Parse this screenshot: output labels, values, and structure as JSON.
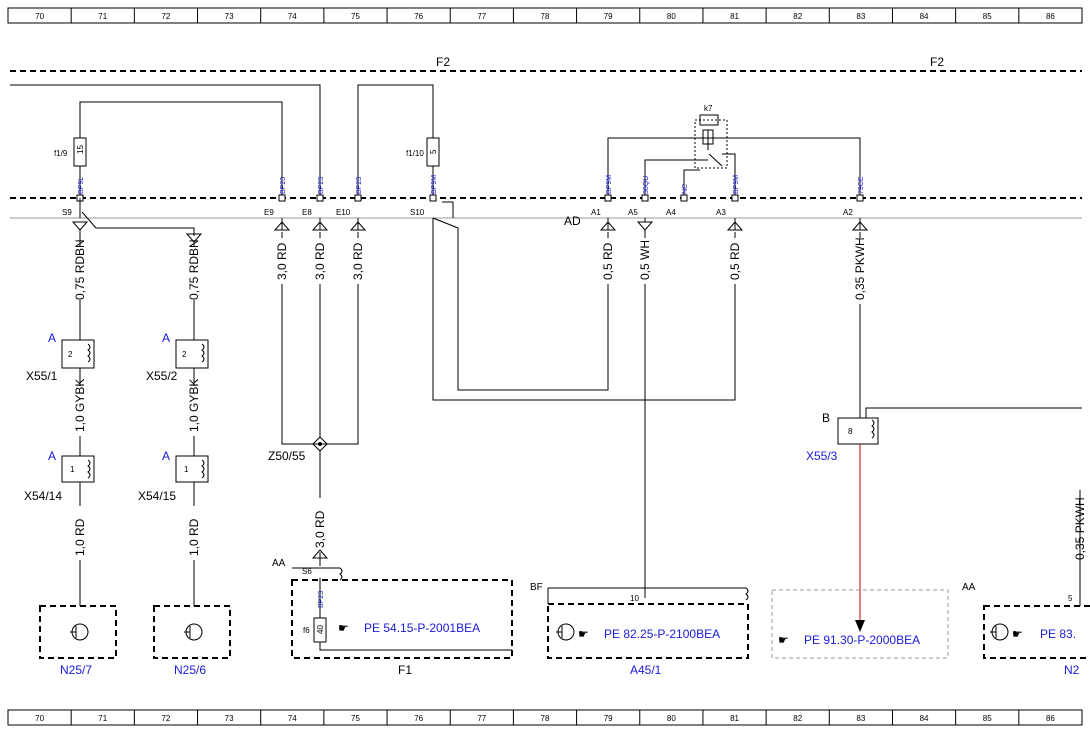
{
  "ruler": [
    "70",
    "71",
    "72",
    "73",
    "74",
    "75",
    "76",
    "77",
    "78",
    "79",
    "80",
    "81",
    "82",
    "83",
    "84",
    "85",
    "86"
  ],
  "bus": {
    "left": "F2",
    "right": "F2"
  },
  "fuses": {
    "f1_9": "f1/9",
    "f1_9_num": "15",
    "f1_10": "f1/10",
    "f1_10_num": "5"
  },
  "relay": {
    "name": "k7"
  },
  "wire_codes": {
    "bp9l": "BP9L",
    "bp23": "BP23",
    "bp9m": "BP9M",
    "s30qu": "30QU",
    "nc": "NC",
    "s79ce": "79CE"
  },
  "connectors": {
    "S9": "S9",
    "E9": "E9",
    "E8": "E8",
    "E10": "E10",
    "S10": "S10",
    "AD": "AD",
    "A1": "A1",
    "A5": "A5",
    "A4": "A4",
    "A3": "A3",
    "A2": "A2"
  },
  "wires": {
    "rdbn": "0,75 RDBN",
    "gybk": "1,0 GYBK",
    "rd10": "1,0 RD",
    "rd30": "3,0 RD",
    "rd05": "0,5 RD",
    "wh05": "0,5 WH",
    "pkwh": "0,35 PKWH",
    "pkwh_cut": "0,35 PKWH"
  },
  "plugs": {
    "x55_1": "X55/1",
    "x55_2": "X55/2",
    "x54_14": "X54/14",
    "x54_15": "X54/15",
    "x55_3": "X55/3",
    "z50_55": "Z50/55",
    "a": "A",
    "b": "B",
    "pin2": "2",
    "pin1": "1",
    "pin8": "8",
    "pin10": "10",
    "pin5": "5",
    "pin40": "40",
    "s6": "S6",
    "f6": "f6",
    "aa": "AA",
    "bf": "BF"
  },
  "components": {
    "n25_7": "N25/7",
    "n25_6": "N25/6",
    "f1": "F1",
    "a45_1": "A45/1",
    "n2": "N2"
  },
  "refs": {
    "pe54": "PE 54.15-P-2001BEA",
    "pe82": "PE 82.25-P-2100BEA",
    "pe91": "PE 91.30-P-2000BEA",
    "pe83": "PE 83."
  },
  "colors": {
    "blue_text": "#1a1adb",
    "red_wire": "#c00000"
  }
}
